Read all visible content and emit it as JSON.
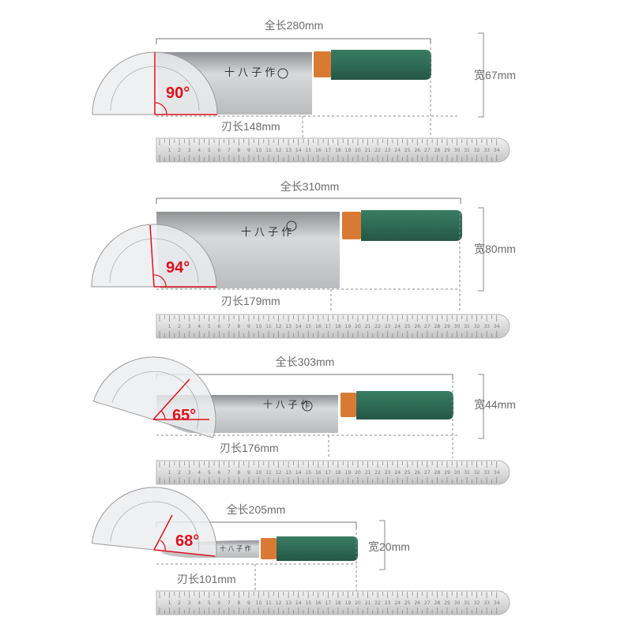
{
  "colors": {
    "blade": "#c9cacb",
    "handle": "#2f6b56",
    "bolster": "#d97a34",
    "angle_text": "#e0101c",
    "label_text": "#6b6b6b"
  },
  "knives": [
    {
      "total": "全长280mm",
      "blade": "刃长148mm",
      "width": "宽67mm",
      "angle": "90°",
      "brand": "十八子作"
    },
    {
      "total": "全长310mm",
      "blade": "刃长179mm",
      "width": "宽80mm",
      "angle": "94°",
      "brand": "十八子作"
    },
    {
      "total": "全长303mm",
      "blade": "刃长176mm",
      "width": "宽44mm",
      "angle": "65°",
      "brand": "十八子作"
    },
    {
      "total": "全长205mm",
      "blade": "刃长101mm",
      "width": "宽20mm",
      "angle": "68°",
      "brand": "十八子作"
    }
  ],
  "ruler_numbers": [
    "1",
    "2",
    "3",
    "4",
    "5",
    "6",
    "7",
    "8",
    "9",
    "10",
    "11",
    "12",
    "13",
    "14",
    "15",
    "16",
    "17",
    "18",
    "19",
    "20",
    "21",
    "22",
    "23",
    "24",
    "25",
    "26",
    "27",
    "28",
    "29",
    "30",
    "31",
    "32",
    "33",
    "34"
  ]
}
